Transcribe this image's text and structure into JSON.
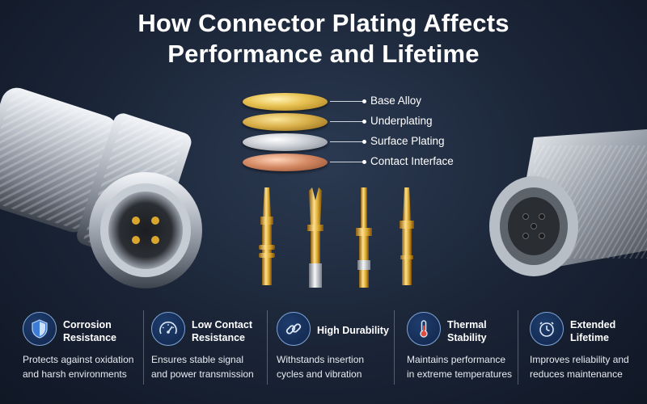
{
  "title": {
    "line1": "How Connector Plating Affects",
    "line2": "Performance and Lifetime"
  },
  "layers": [
    {
      "label": "Base Alloy",
      "color": "#e9c455"
    },
    {
      "label": "Underplating",
      "color": "#d9b04a"
    },
    {
      "label": "Surface Plating",
      "color": "#c9cdd3"
    },
    {
      "label": "Contact Interface",
      "color": "#d48a64"
    }
  ],
  "features": [
    {
      "icon": "shield-icon",
      "title1": "Corrosion",
      "title2": "Resistance",
      "desc1": "Protects against oxidation",
      "desc2": "and harsh environments"
    },
    {
      "icon": "gauge-icon",
      "title1": "Low Contact",
      "title2": "Resistance",
      "desc1": "Ensures stable signal",
      "desc2": "and power transmission"
    },
    {
      "icon": "chain-link-icon",
      "title1": "High Durability",
      "title2": "",
      "desc1": "Withstands insertion",
      "desc2": "cycles and vibration"
    },
    {
      "icon": "thermometer-icon",
      "title1": "Thermal",
      "title2": "Stability",
      "desc1": "Maintains performance",
      "desc2": "in extreme temperatures"
    },
    {
      "icon": "clock-icon",
      "title1": "Extended",
      "title2": "Lifetime",
      "desc1": "Improves reliability and",
      "desc2": "reduces maintenance"
    }
  ],
  "colors": {
    "accent": "#7fa6d8",
    "background": "#1a2436",
    "gold": "#d9a62e"
  }
}
